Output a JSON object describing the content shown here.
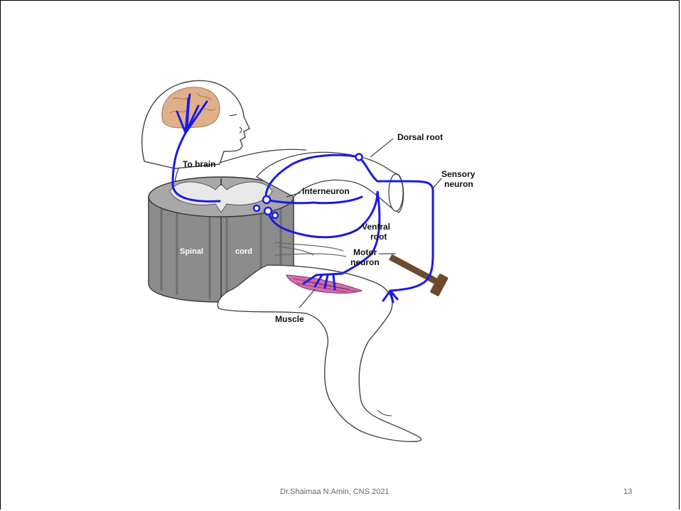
{
  "diagram": {
    "labels": {
      "dorsal_root": "Dorsal root",
      "to_brain": "To brain",
      "sensory_line1": "Sensory",
      "sensory_line2": "neuron",
      "interneuron": "Interneuron",
      "ventral_line1": "Ventral",
      "ventral_line2": "root",
      "motor_line1": "Motor",
      "motor_line2": "neuron",
      "spinal": "Spinal",
      "cord": "cord",
      "muscle": "Muscle"
    },
    "colors": {
      "nerve": "#1a1ae6",
      "brain": "#e0b08a",
      "spinal_gray": "#8c8c8c",
      "muscle": "#d070a8",
      "hammer": "#6e4a2e"
    }
  },
  "footer": {
    "credit": "Dr.Shaimaa N.Amin, CNS 2021",
    "page_number": "13"
  }
}
